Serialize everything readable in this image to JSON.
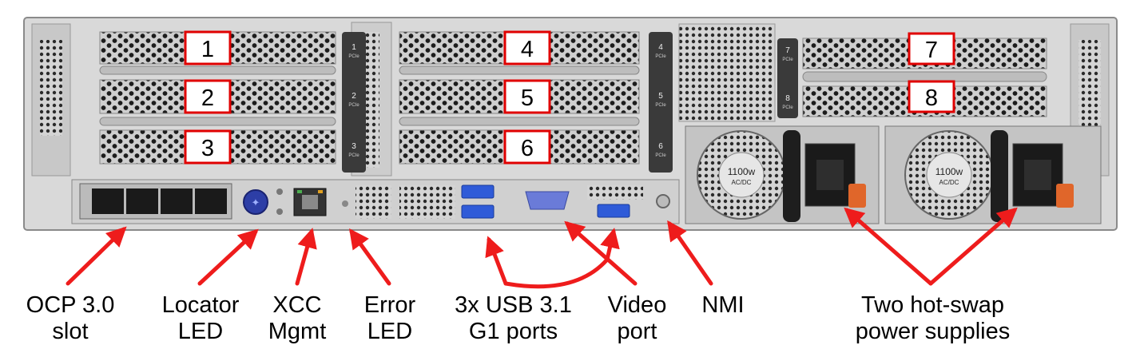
{
  "slots": [
    {
      "number": "1",
      "tab": "1",
      "pcie": "PCIe"
    },
    {
      "number": "2",
      "tab": "2",
      "pcie": "PCIe"
    },
    {
      "number": "3",
      "tab": "3",
      "pcie": "PCIe"
    },
    {
      "number": "4",
      "tab": "4",
      "pcie": "PCIe"
    },
    {
      "number": "5",
      "tab": "5",
      "pcie": "PCIe"
    },
    {
      "number": "6",
      "tab": "6",
      "pcie": "PCIe"
    },
    {
      "number": "7",
      "tab": "7",
      "pcie": "PCIe"
    },
    {
      "number": "8",
      "tab": "8",
      "pcie": "PCIe"
    }
  ],
  "psus": [
    {
      "watt": "1100w",
      "type": "AC/DC"
    },
    {
      "watt": "1100w",
      "type": "AC/DC"
    }
  ],
  "callouts": {
    "ocp": {
      "line1": "OCP 3.0",
      "line2": "slot"
    },
    "locator": {
      "line1": "Locator",
      "line2": "LED"
    },
    "xcc": {
      "line1": "XCC",
      "line2": "Mgmt"
    },
    "error": {
      "line1": "Error",
      "line2": "LED"
    },
    "usb": {
      "line1": "3x USB 3.1",
      "line2": "G1 ports"
    },
    "video": {
      "line1": "Video",
      "line2": "port"
    },
    "nmi": {
      "line1": "NMI"
    },
    "psu": {
      "line1": "Two hot-swap",
      "line2": "power supplies"
    }
  },
  "colors": {
    "chassis": "#d9d9d9",
    "callout_box": "#e00000",
    "arrow": "#ee1c1c",
    "tab": "#3a3a3a",
    "locator_led": "#2d3ea6",
    "psu_handle": "#1e1e1e",
    "psu_latch": "#e0662a"
  }
}
